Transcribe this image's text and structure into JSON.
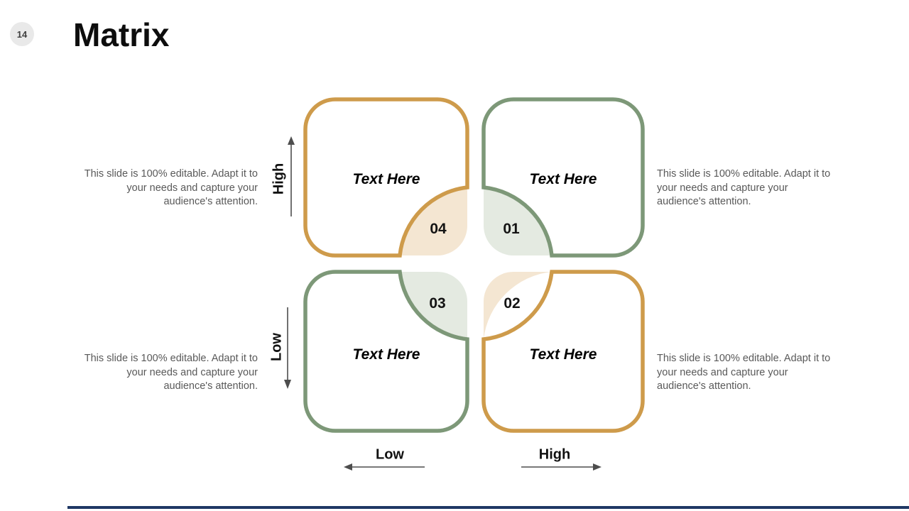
{
  "slide": {
    "page_number": "14",
    "title": "Matrix"
  },
  "matrix": {
    "quadrants": [
      {
        "position": "top-left",
        "label": "Text Here",
        "number": "04",
        "border_color": "#CE9B4B",
        "corner_fill": "#F4E6D2"
      },
      {
        "position": "top-right",
        "label": "Text Here",
        "number": "01",
        "border_color": "#7D9878",
        "corner_fill": "#E4EAE1"
      },
      {
        "position": "bottom-left",
        "label": "Text Here",
        "number": "03",
        "border_color": "#7D9878",
        "corner_fill": "#E4EAE1"
      },
      {
        "position": "bottom-right",
        "label": "Text Here",
        "number": "02",
        "border_color": "#CE9B4B",
        "corner_fill": "#F4E6D2"
      }
    ]
  },
  "axes": {
    "y_axis": {
      "top_label": "High",
      "bottom_label": "Low"
    },
    "x_axis": {
      "left_label": "Low",
      "right_label": "High"
    }
  },
  "captions": {
    "top_left": "This slide is 100% editable. Adapt it to your needs and capture your audience's attention.",
    "top_right": "This slide is 100% editable. Adapt it to your needs and capture your audience's attention.",
    "bottom_left": "This slide is 100% editable. Adapt it to your needs and capture your audience's attention.",
    "bottom_right": "This slide is 100% editable. Adapt it to your needs and capture your audience's attention."
  },
  "footer": {
    "accent_line_color": "#1F3864"
  }
}
